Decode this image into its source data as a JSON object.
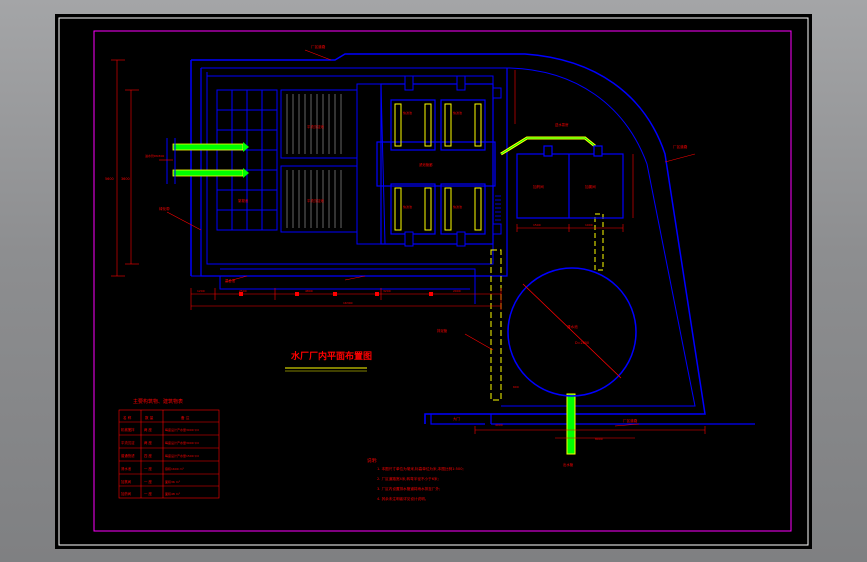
{
  "drawing": {
    "title": "水厂厂内平面布置图",
    "colors": {
      "background": "#000000",
      "frame_outer": "#ffffff",
      "frame_inner": "#ff00ff",
      "structure": "#0000ff",
      "pipe": "#ffff00",
      "pipe_fill": "#00ff00",
      "dimension": "#ff0000",
      "text": "#ff0000"
    }
  },
  "legend": {
    "title": "主要构筑物、建筑物表",
    "headers": [
      "名 称",
      "数 量",
      "备 注"
    ],
    "rows": [
      [
        "机械搅拌",
        "两 座",
        "每座设计产水量3000 t/d"
      ],
      [
        "平流沉淀",
        "两 座",
        "每座设计产水量3000 t/d"
      ],
      [
        "普通快滤",
        "四 座",
        "每座设计产水量1500 t/d"
      ],
      [
        "清水池",
        "一 座",
        "容积1600 m³"
      ],
      [
        "加氯间",
        "一 座",
        "面积36 m²"
      ],
      [
        "加药间",
        "一 座",
        "面积48 m²"
      ]
    ]
  },
  "notes": {
    "heading": "说明:",
    "items": [
      "1. 本图尺寸单位为毫米,标高单位为米,本图比例1:500;",
      "2. 厂区道路宽4米,转弯半径不小于6米;",
      "3. 厂区内设置排水管道将雨水排至厂外;",
      "4. 其余未注明者详见设计说明。"
    ]
  },
  "labels": {
    "road_top": "厂区道路",
    "road_right": "厂区道路",
    "road_bottom": "厂区道路",
    "road_left": "绿化带",
    "inlet_pipe": "进水管DN300",
    "mixing_tank": "混合池",
    "flocculation": "絮凝池",
    "sedimentation_a": "平流沉淀池",
    "sedimentation_b": "平流沉淀池",
    "filter_gallery": "滤池管廊",
    "filter_a": "快滤池",
    "filter_b": "快滤池",
    "filter_c": "快滤池",
    "filter_d": "快滤池",
    "dosing_room": "加药间",
    "chlorine_room": "加氯间",
    "clear_tank": "清水池",
    "outlet_pipe": "出水管",
    "sludge_pipe": "排泥管",
    "gate": "大门",
    "pump_label": "送水泵房"
  },
  "dimensions": {
    "left_total": "5600",
    "left_part": "3600",
    "bottom_a": "1200",
    "bottom_b": "2500",
    "bottom_c": "4800",
    "bottom_d": "3200",
    "bottom_e": "2000",
    "bottom_total": "16300",
    "right_a": "1500",
    "right_b": "1000",
    "tank_diameter": "D=2800",
    "road_span": "8000",
    "road_gap": "4000",
    "gate_w": "600"
  }
}
